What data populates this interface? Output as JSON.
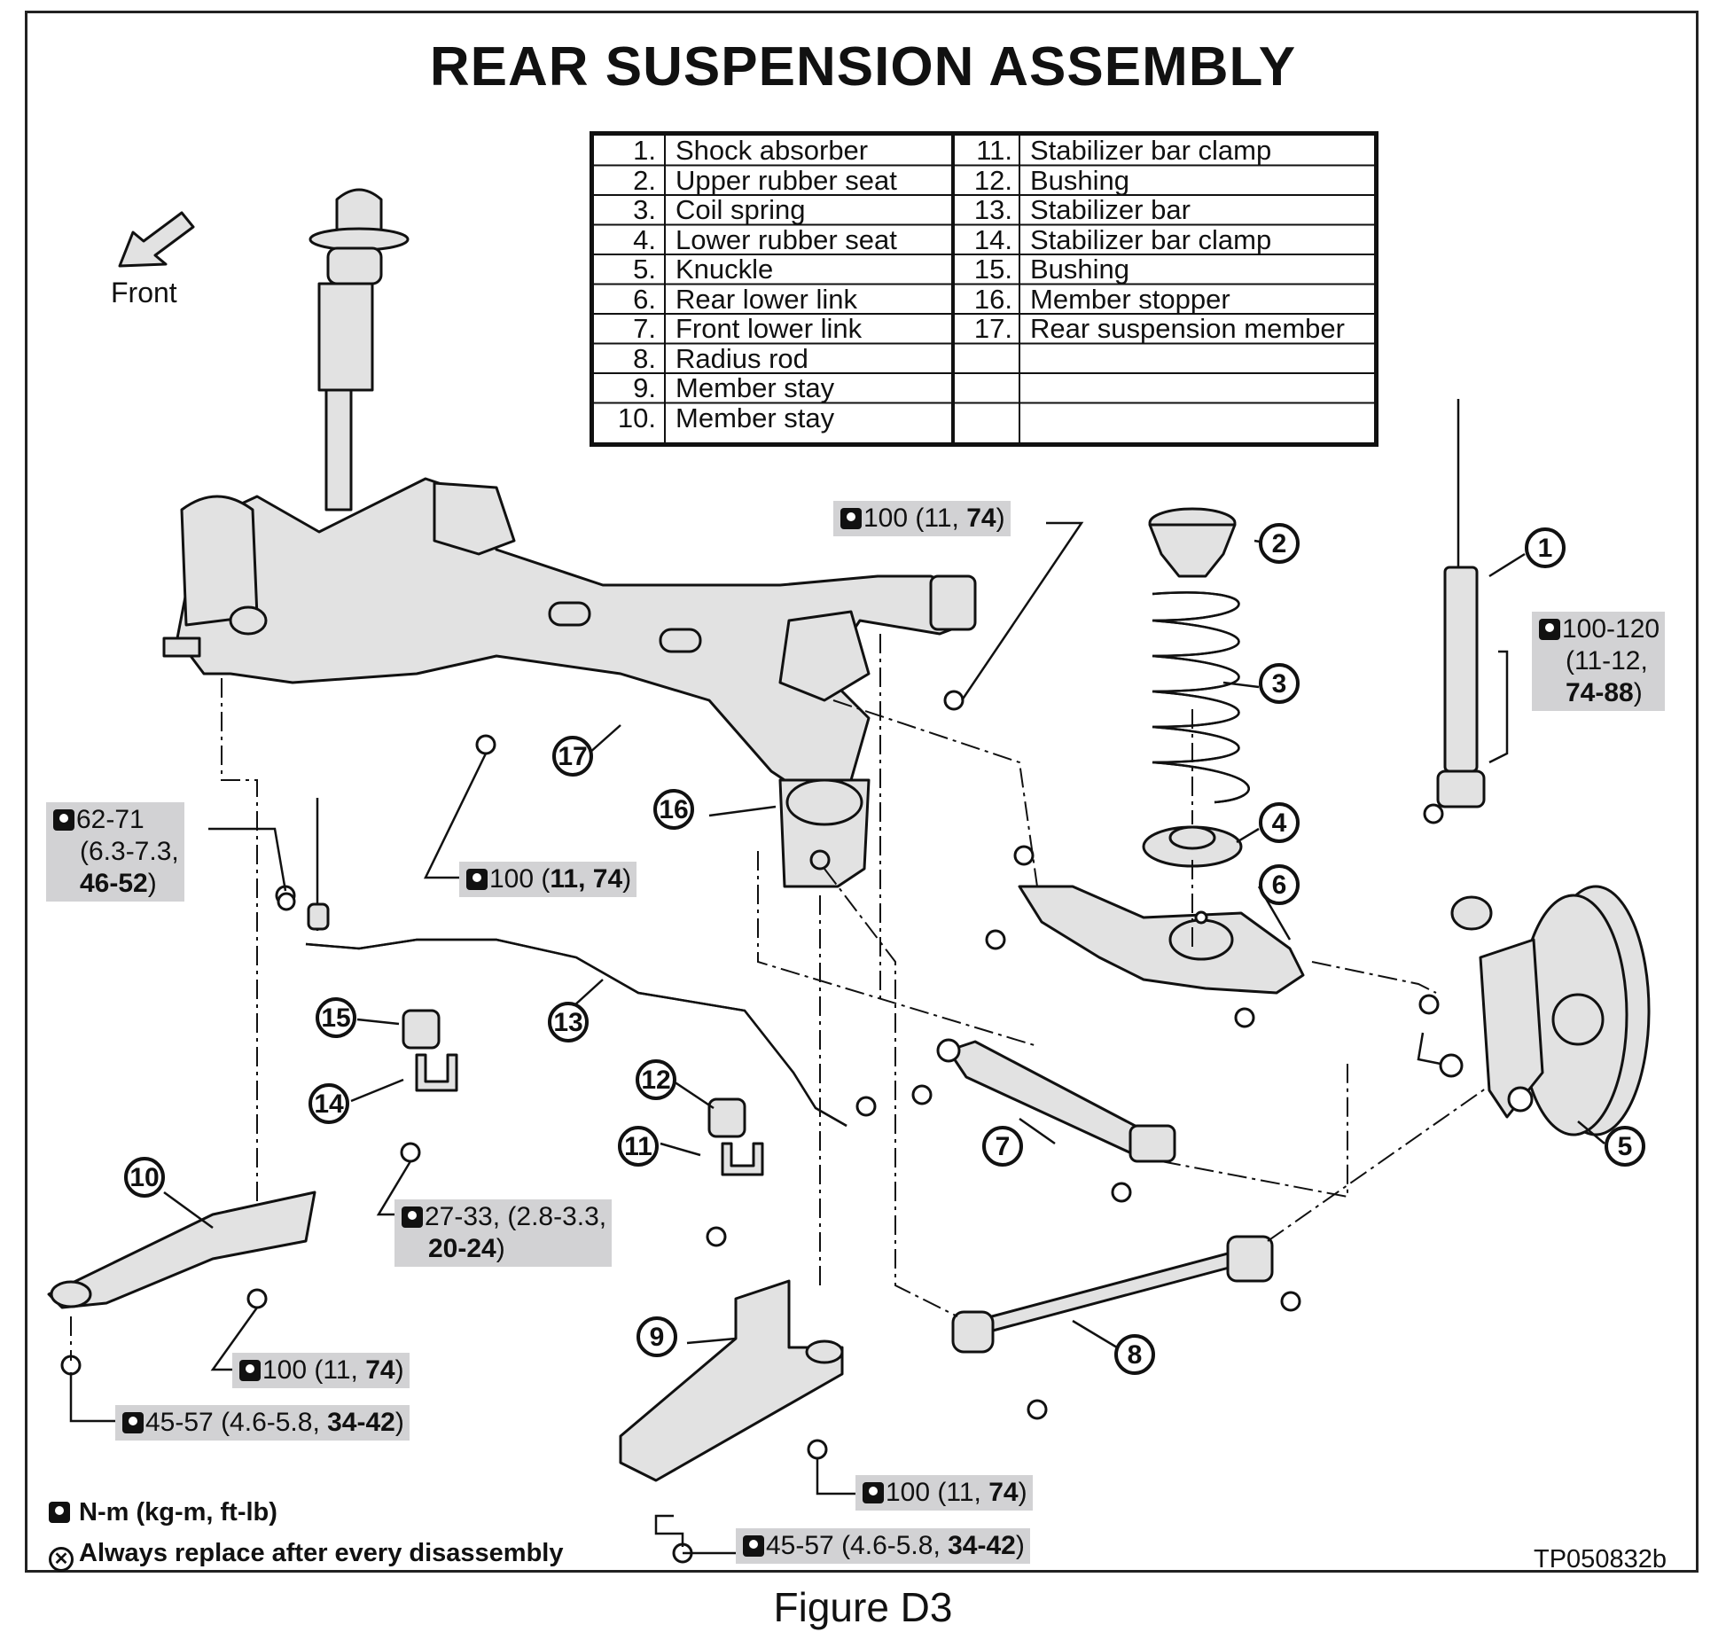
{
  "title": "REAR SUSPENSION ASSEMBLY",
  "front_label": "Front",
  "parts_left": [
    {
      "num": "1.",
      "name": "Shock absorber"
    },
    {
      "num": "2.",
      "name": "Upper rubber seat"
    },
    {
      "num": "3.",
      "name": "Coil spring"
    },
    {
      "num": "4.",
      "name": "Lower rubber seat"
    },
    {
      "num": "5.",
      "name": "Knuckle"
    },
    {
      "num": "6.",
      "name": "Rear lower link"
    },
    {
      "num": "7.",
      "name": "Front lower link"
    },
    {
      "num": "8.",
      "name": "Radius rod"
    },
    {
      "num": "9.",
      "name": "Member stay"
    },
    {
      "num": "10.",
      "name": "Member stay"
    }
  ],
  "parts_right": [
    {
      "num": "11.",
      "name": "Stabilizer bar clamp"
    },
    {
      "num": "12.",
      "name": "Bushing"
    },
    {
      "num": "13.",
      "name": "Stabilizer bar"
    },
    {
      "num": "14.",
      "name": "Stabilizer bar clamp"
    },
    {
      "num": "15.",
      "name": "Bushing"
    },
    {
      "num": "16.",
      "name": "Member stopper"
    },
    {
      "num": "17.",
      "name": "Rear suspension member"
    }
  ],
  "callouts": [
    "1",
    "2",
    "3",
    "4",
    "5",
    "6",
    "7",
    "8",
    "9",
    "10",
    "11",
    "12",
    "13",
    "14",
    "15",
    "16",
    "17"
  ],
  "torques": {
    "t_member_top": {
      "plain": "100 (11, ",
      "bold": "74",
      "end": ")"
    },
    "t_shock": {
      "l1": "100-120",
      "l2": "(11-12,",
      "l3": "74-88",
      "l4": ")"
    },
    "t_stab_link": {
      "l1": "62-71",
      "l2": "(6.3-7.3,",
      "l3": "46-52",
      "l4": ")"
    },
    "t_member_mid": {
      "plain": "100 (",
      "bold1": "11, 74",
      "end": ")"
    },
    "t_clamp": {
      "l1": "27-33, (2.8-3.3,",
      "l2": "20-24",
      "l3": ")"
    },
    "t_stay10_a": {
      "plain": "100 (11, ",
      "bold": "74",
      "end": ")"
    },
    "t_stay10_b": {
      "plain": "45-57 (4.6-5.8, ",
      "bold": "34-42",
      "end": ")"
    },
    "t_stay9_a": {
      "plain": "100 (11, ",
      "bold": "74",
      "end": ")"
    },
    "t_stay9_b": {
      "plain": "45-57 (4.6-5.8, ",
      "bold": "34-42",
      "end": ")"
    }
  },
  "key": {
    "units": "N-m (kg-m, ft-lb)",
    "replace": "Always replace after every disassembly"
  },
  "code": "TP050832b",
  "caption": "Figure D3"
}
